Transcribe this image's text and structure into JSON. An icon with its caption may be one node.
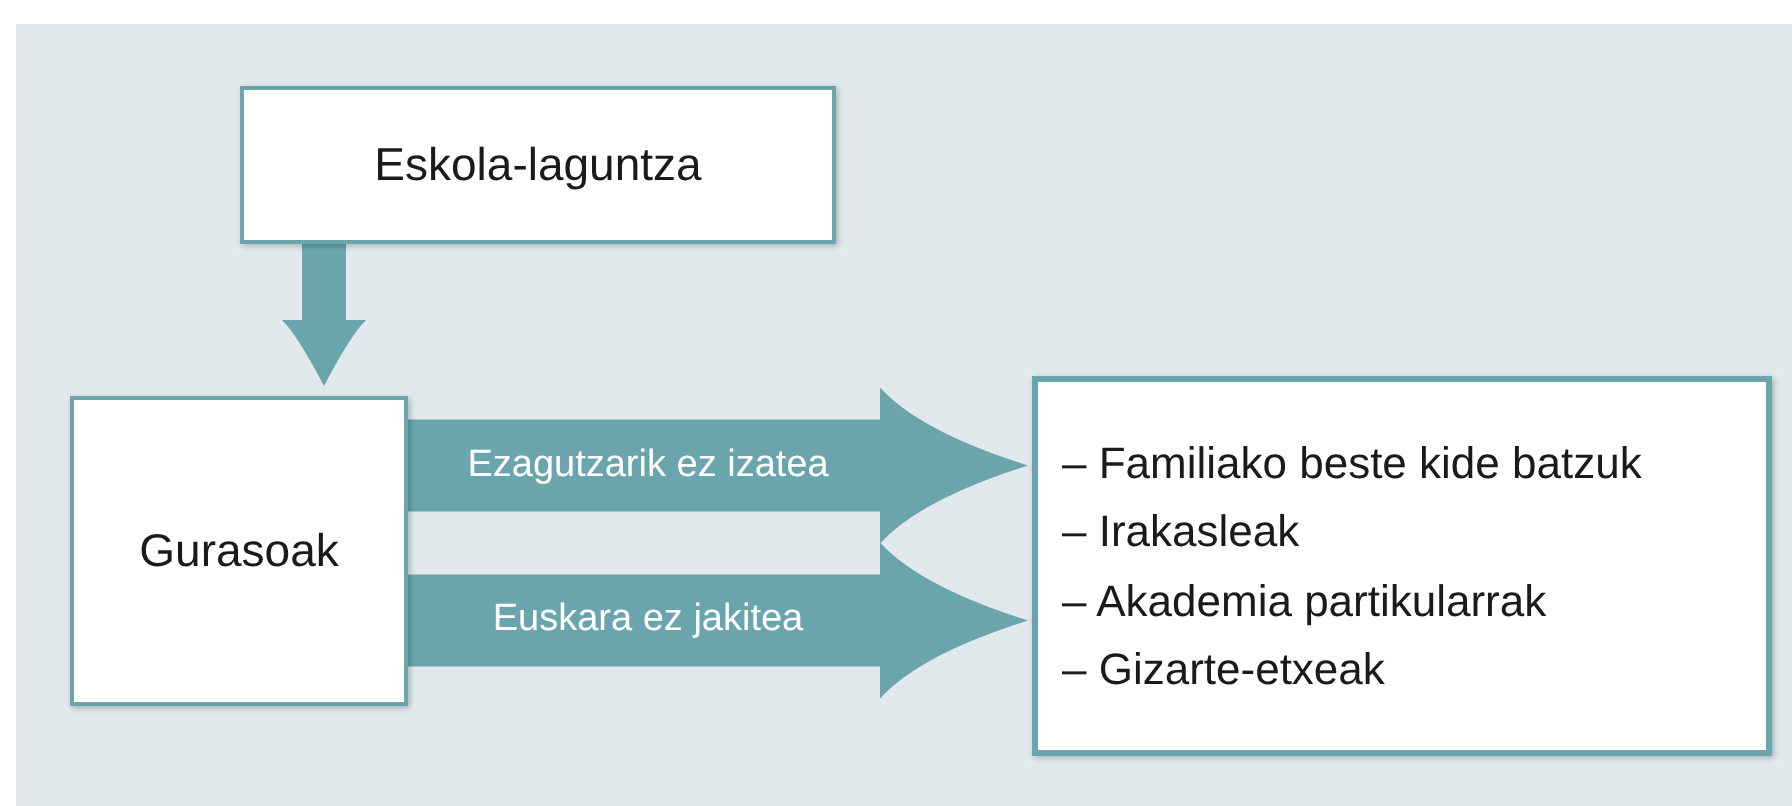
{
  "diagram": {
    "nodes": [
      {
        "text": [
          "Eskola-laguntza"
        ]
      },
      {
        "text": [
          "Gurasoak"
        ]
      },
      {
        "text": [
          "– Familiako beste kide batzuk",
          "– Irakasleak",
          "– Akademia partikularrak",
          "– Gizarte-etxeak"
        ]
      }
    ],
    "edges": [
      {
        "from": 0,
        "to": 1,
        "arrow": "to"
      },
      {
        "from": 1,
        "to": 2,
        "arrow": "to",
        "label": "Ezagutzarik ez izatea"
      },
      {
        "from": 1,
        "to": 2,
        "arrow": "to",
        "label": "Euskara ez jakitea"
      }
    ]
  }
}
